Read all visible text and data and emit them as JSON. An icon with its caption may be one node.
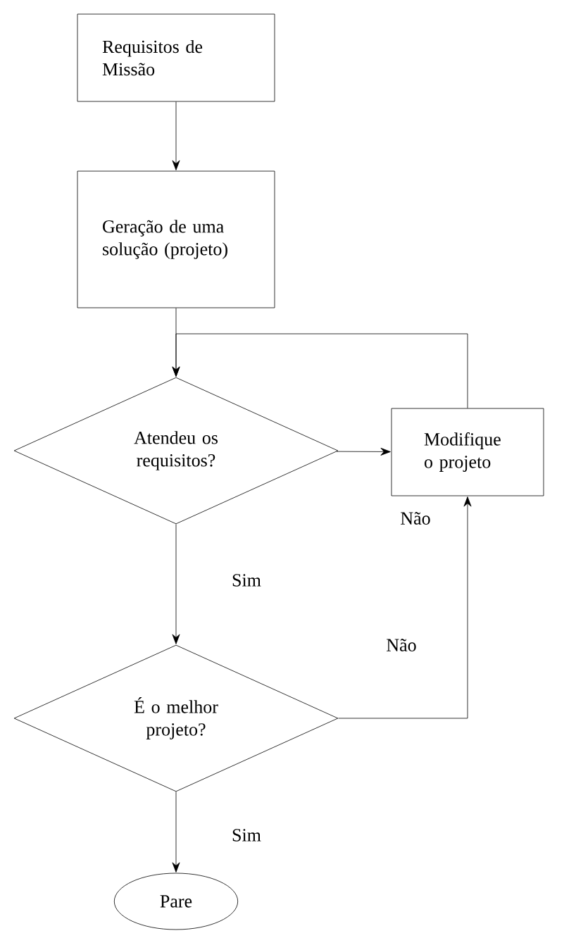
{
  "diagram": {
    "nodes": [
      {
        "text": [
          "Requisitos de Missão"
        ]
      },
      {
        "text": [
          "Geração de uma solução (projeto)"
        ]
      },
      {
        "text": [
          "Atendeu os requisitos?"
        ]
      },
      {
        "text": [
          "Modifique o projeto"
        ]
      },
      {
        "text": [
          "É o melhor projeto?"
        ]
      },
      {
        "text": [
          "Pare"
        ]
      }
    ],
    "edges": [
      {
        "from": 0,
        "to": 1,
        "arrow": "to"
      },
      {
        "from": 1,
        "to": 2,
        "arrow": "to"
      },
      {
        "from": 2,
        "to": 3,
        "arrow": "to",
        "label": "Não"
      },
      {
        "from": 2,
        "to": 4,
        "arrow": "to",
        "label": "Sim"
      },
      {
        "from": 4,
        "to": 3,
        "arrow": "to",
        "label": "Não"
      },
      {
        "from": 4,
        "to": 5,
        "arrow": "to",
        "label": "Sim"
      },
      {
        "from": 3,
        "to": 2,
        "arrow": "to"
      }
    ]
  }
}
